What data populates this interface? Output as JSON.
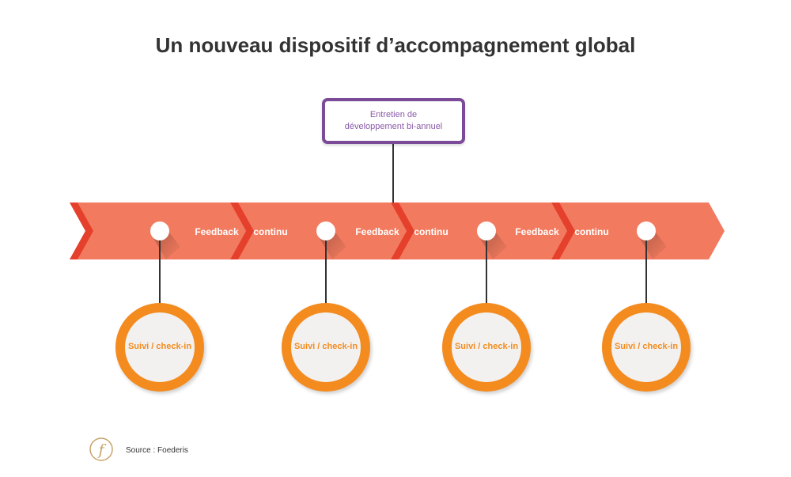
{
  "title": "Un nouveau dispositif d’accompagnement global",
  "top_box": {
    "line1": "Entretien de",
    "line2": "développement bi-annuel"
  },
  "feedback_labels": [
    {
      "left": "Feedback",
      "right": "continu"
    },
    {
      "left": "Feedback",
      "right": "continu"
    },
    {
      "left": "Feedback",
      "right": "continu"
    }
  ],
  "checkins": [
    "Suivi / check-in",
    "Suivi / check-in",
    "Suivi / check-in",
    "Suivi / check-in"
  ],
  "source": "Source : Foederis",
  "logo_letter": "f",
  "colors": {
    "band": "#f27b5f",
    "band_dark": "#e5402b",
    "accent_purple": "#7b4b9a",
    "circle_ring": "#f38b1f",
    "circle_fill": "#f2f1f0",
    "logo": "#c7a36a"
  }
}
